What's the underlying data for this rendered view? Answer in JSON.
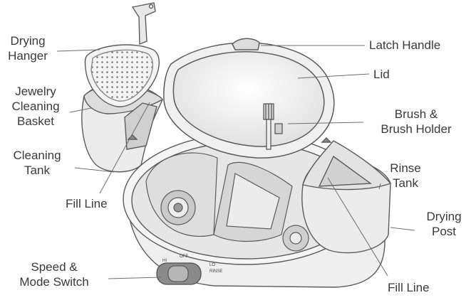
{
  "labels": {
    "drying_hanger": "Drying\nHanger",
    "jewelry_basket": "Jewelry\nCleaning\nBasket",
    "cleaning_tank": "Cleaning\nTank",
    "fill_line_left": "Fill Line",
    "speed_switch": "Speed &\nMode Switch",
    "latch_handle": "Latch Handle",
    "lid": "Lid",
    "brush_holder": "Brush &\nBrush Holder",
    "rinse_tank": "Rinse\nTank",
    "drying_post": "Drying\nPost",
    "fill_line_right": "Fill Line"
  },
  "switch_marks": {
    "hi": "HI",
    "off": "OFF",
    "lo": "LO",
    "rinse": "RINSE"
  },
  "colors": {
    "outline": "#5b5b5b",
    "leader": "#6e6e6e",
    "body_fill": "#f4f4f4",
    "shade_fill": "#d9d9d9",
    "dark_fill": "#8a8a8a"
  }
}
